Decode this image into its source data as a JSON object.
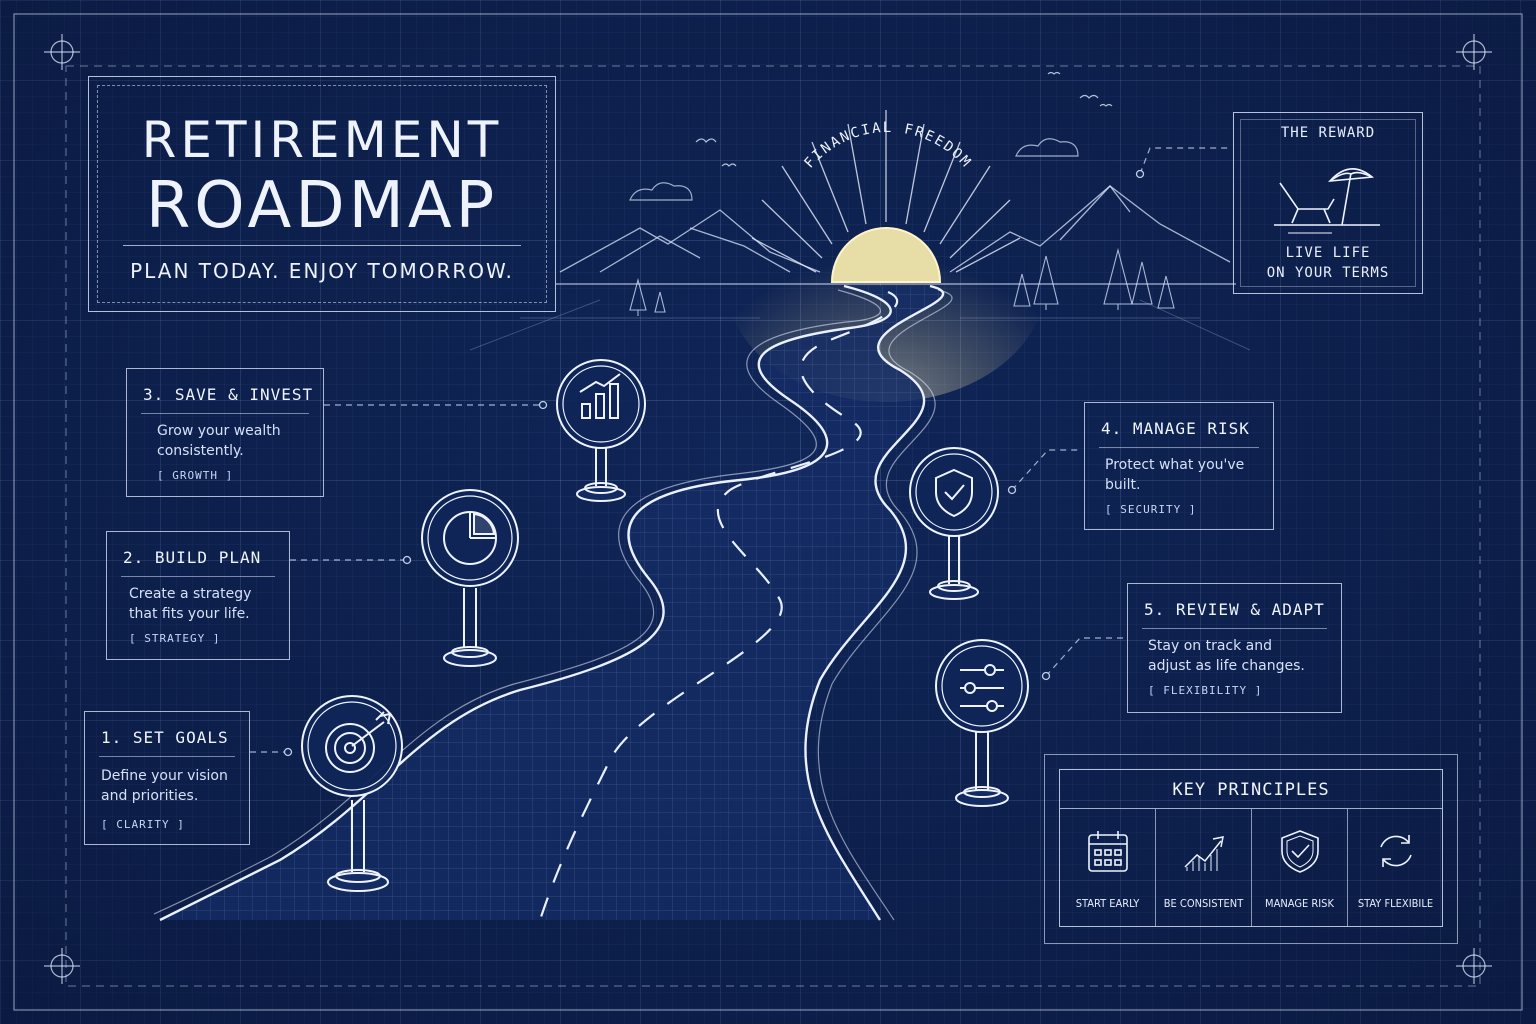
{
  "title": {
    "line1": "RETIREMENT",
    "line2": "ROADMAP",
    "subtitle": "PLAN TODAY. ENJOY TOMORROW."
  },
  "horizon_label": "FINANCIAL FREEDOM",
  "reward": {
    "heading": "THE REWARD",
    "line1": "LIVE LIFE",
    "line2": "ON YOUR TERMS",
    "icon": "beach-chair-umbrella-icon"
  },
  "steps": [
    {
      "heading": "1. SET GOALS",
      "desc1": "Define your vision",
      "desc2": "and priorities.",
      "tag": "[ CLARITY ]",
      "icon": "target-arrow-icon"
    },
    {
      "heading": "2. BUILD PLAN",
      "desc1": "Create a strategy",
      "desc2": "that fits your life.",
      "tag": "[ STRATEGY ]",
      "icon": "pie-chart-icon"
    },
    {
      "heading": "3. SAVE & INVEST",
      "desc1": "Grow your wealth",
      "desc2": "consistently.",
      "tag": "[ GROWTH ]",
      "icon": "bar-chart-icon"
    },
    {
      "heading": "4. MANAGE RISK",
      "desc1": "Protect what you've",
      "desc2": "built.",
      "tag": "[ SECURITY ]",
      "icon": "shield-check-icon"
    },
    {
      "heading": "5. REVIEW & ADAPT",
      "desc1": "Stay on track and",
      "desc2": "adjust as life changes.",
      "tag": "[ FLEXIBILITY ]",
      "icon": "sliders-icon"
    }
  ],
  "key_principles": {
    "title": "KEY PRINCIPLES",
    "items": [
      {
        "label": "START EARLY",
        "icon": "calendar-icon"
      },
      {
        "label": "BE CONSISTENT",
        "icon": "growth-chart-icon"
      },
      {
        "label": "MANAGE RISK",
        "icon": "shield-check-icon"
      },
      {
        "label": "STAY FLEXIBILE",
        "icon": "refresh-cycle-icon"
      }
    ]
  }
}
